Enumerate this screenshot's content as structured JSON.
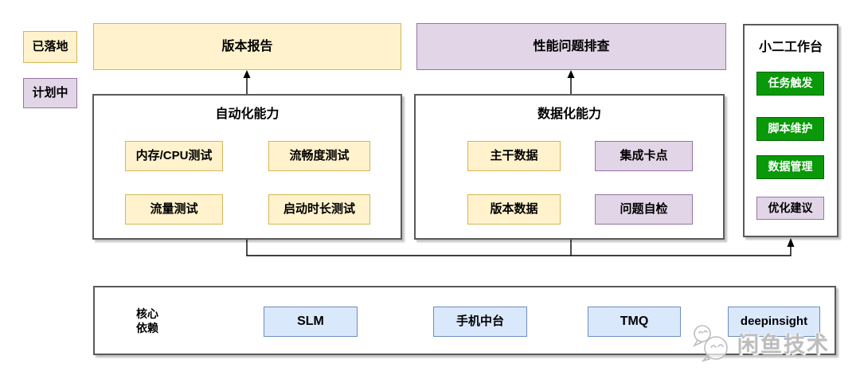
{
  "colors": {
    "yellow_fill": "#FFF2CC",
    "yellow_border": "#D6B656",
    "purple_fill": "#E1D5E7",
    "purple_border": "#9673A6",
    "green_fill": "#099909",
    "green_border": "#006600",
    "blue_fill": "#DAE8FC",
    "blue_border": "#6C8EBF",
    "container_border": "#595959",
    "arrow": "#000000",
    "watermark": "#BDBDBD"
  },
  "legend": {
    "implemented": "已落地",
    "planned": "计划中"
  },
  "outputs": {
    "version_report": "版本报告",
    "perf_troubleshooting": "性能问题排查"
  },
  "groups": [
    {
      "title": "自动化能力",
      "items": [
        {
          "label": "内存/CPU测试"
        },
        {
          "label": "流畅度测试"
        },
        {
          "label": "流量测试"
        },
        {
          "label": "启动时长测试"
        }
      ]
    },
    {
      "title": "数据化能力",
      "items": [
        {
          "label": "主干数据"
        },
        {
          "label": "集成卡点"
        },
        {
          "label": "版本数据"
        },
        {
          "label": "问题自检"
        }
      ]
    }
  ],
  "workbench": {
    "title": "小二工作台",
    "items": [
      {
        "label": "任务触发"
      },
      {
        "label": "脚本维护"
      },
      {
        "label": "数据管理"
      },
      {
        "label": "优化建议"
      }
    ]
  },
  "dependencies": {
    "label_line1": "核心",
    "label_line2": "依赖",
    "items": [
      {
        "label": "SLM"
      },
      {
        "label": "手机中台"
      },
      {
        "label": "TMQ"
      },
      {
        "label": "deepinsight"
      }
    ]
  },
  "watermark": {
    "text": "闲鱼技术"
  }
}
